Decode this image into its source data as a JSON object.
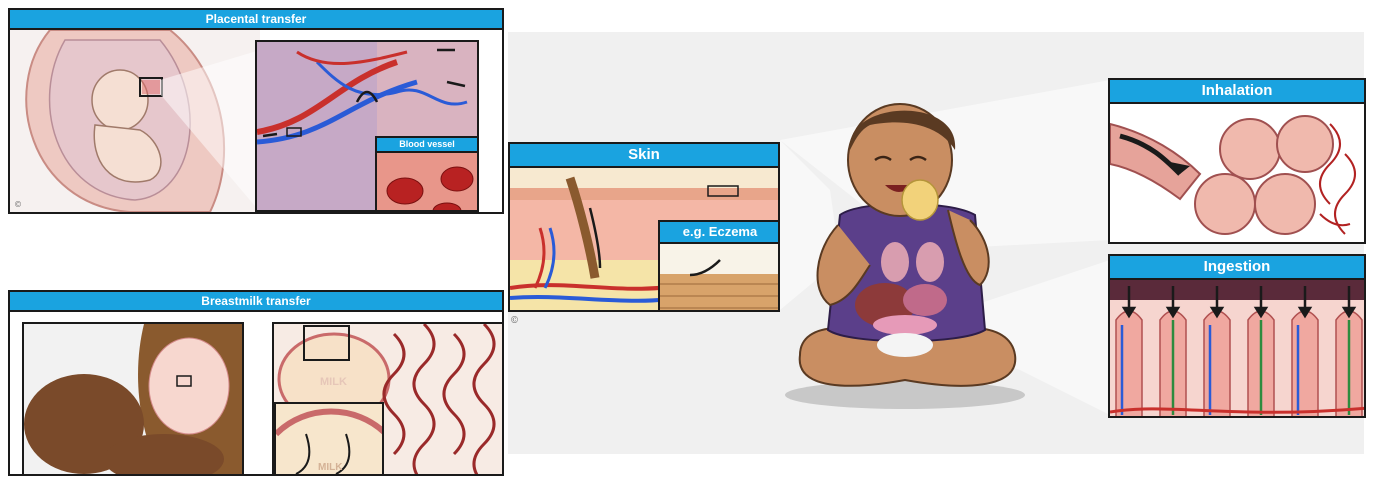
{
  "panels": {
    "placental": {
      "title": "Placental transfer",
      "inset_label": "Blood vessel"
    },
    "breastmilk": {
      "title": "Breastmilk transfer",
      "milk_top": "MILK",
      "milk_bottom": "MILK"
    },
    "skin": {
      "title": "Skin",
      "inset_label": "e.g. Eczema"
    },
    "inhalation": {
      "title": "Inhalation"
    },
    "ingestion": {
      "title": "Ingestion"
    }
  },
  "colors": {
    "title_bar": "#1aa3e0",
    "vein": "#2a5bd7",
    "artery": "#c9302c",
    "tissue": "#f2b8ad"
  }
}
